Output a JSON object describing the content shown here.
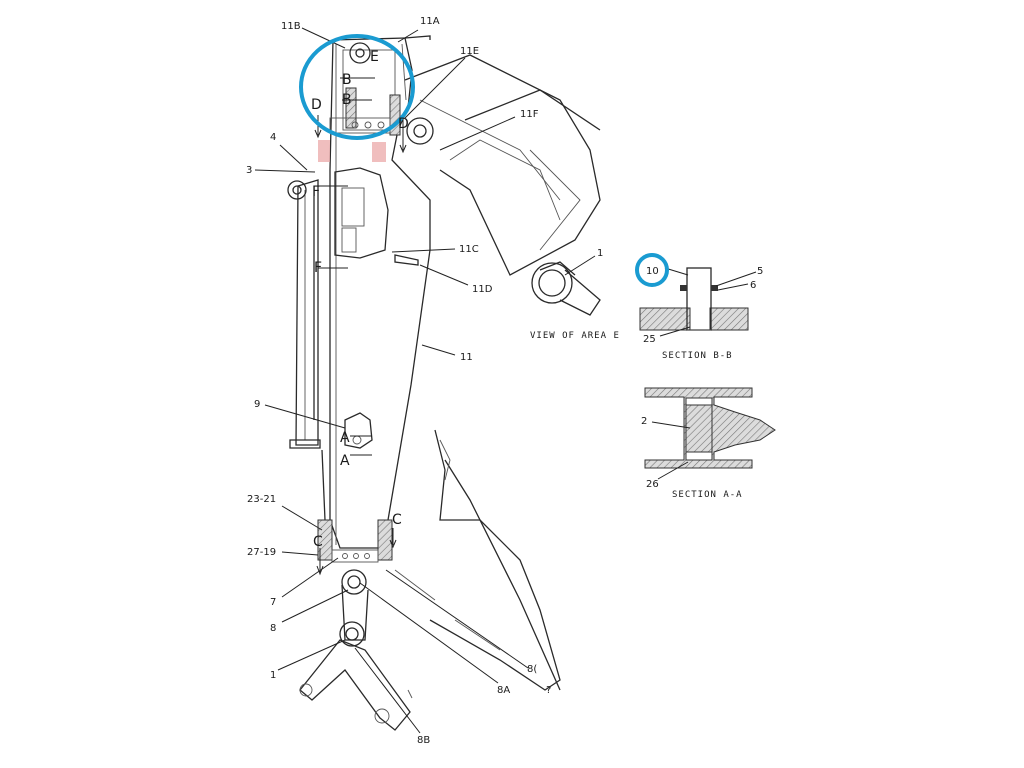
{
  "labels": {
    "l11B": "11B",
    "l11A": "11A",
    "l11E": "11E",
    "l11F": "11F",
    "l4": "4",
    "l3": "3",
    "l11C": "11C",
    "l11D": "11D",
    "l11": "11",
    "l1_top": "1",
    "l9": "9",
    "l23_21": "23-21",
    "l27_19": "27-19",
    "l7": "7",
    "l8": "8",
    "l1_bottom": "1",
    "l8A": "8A",
    "l8B": "8B",
    "l8C": "8(",
    "l10": "10",
    "l5": "5",
    "l6": "6",
    "l25": "25",
    "l2": "2",
    "l26": "26",
    "tick": "?"
  },
  "section_letters": {
    "E": "E",
    "B1": "B",
    "B2": "B",
    "D1": "D",
    "D2": "D",
    "F1": "F",
    "F2": "F",
    "A1": "A",
    "A2": "A",
    "C1": "C",
    "C2": "C"
  },
  "captions": {
    "view_e": "VIEW OF AREA E",
    "section_bb": "SECTION B-B",
    "section_aa": "SECTION A-A"
  },
  "colors": {
    "highlight": "#1a9bd1",
    "line": "#2a2a2a",
    "pink": "#e9a3a3"
  }
}
